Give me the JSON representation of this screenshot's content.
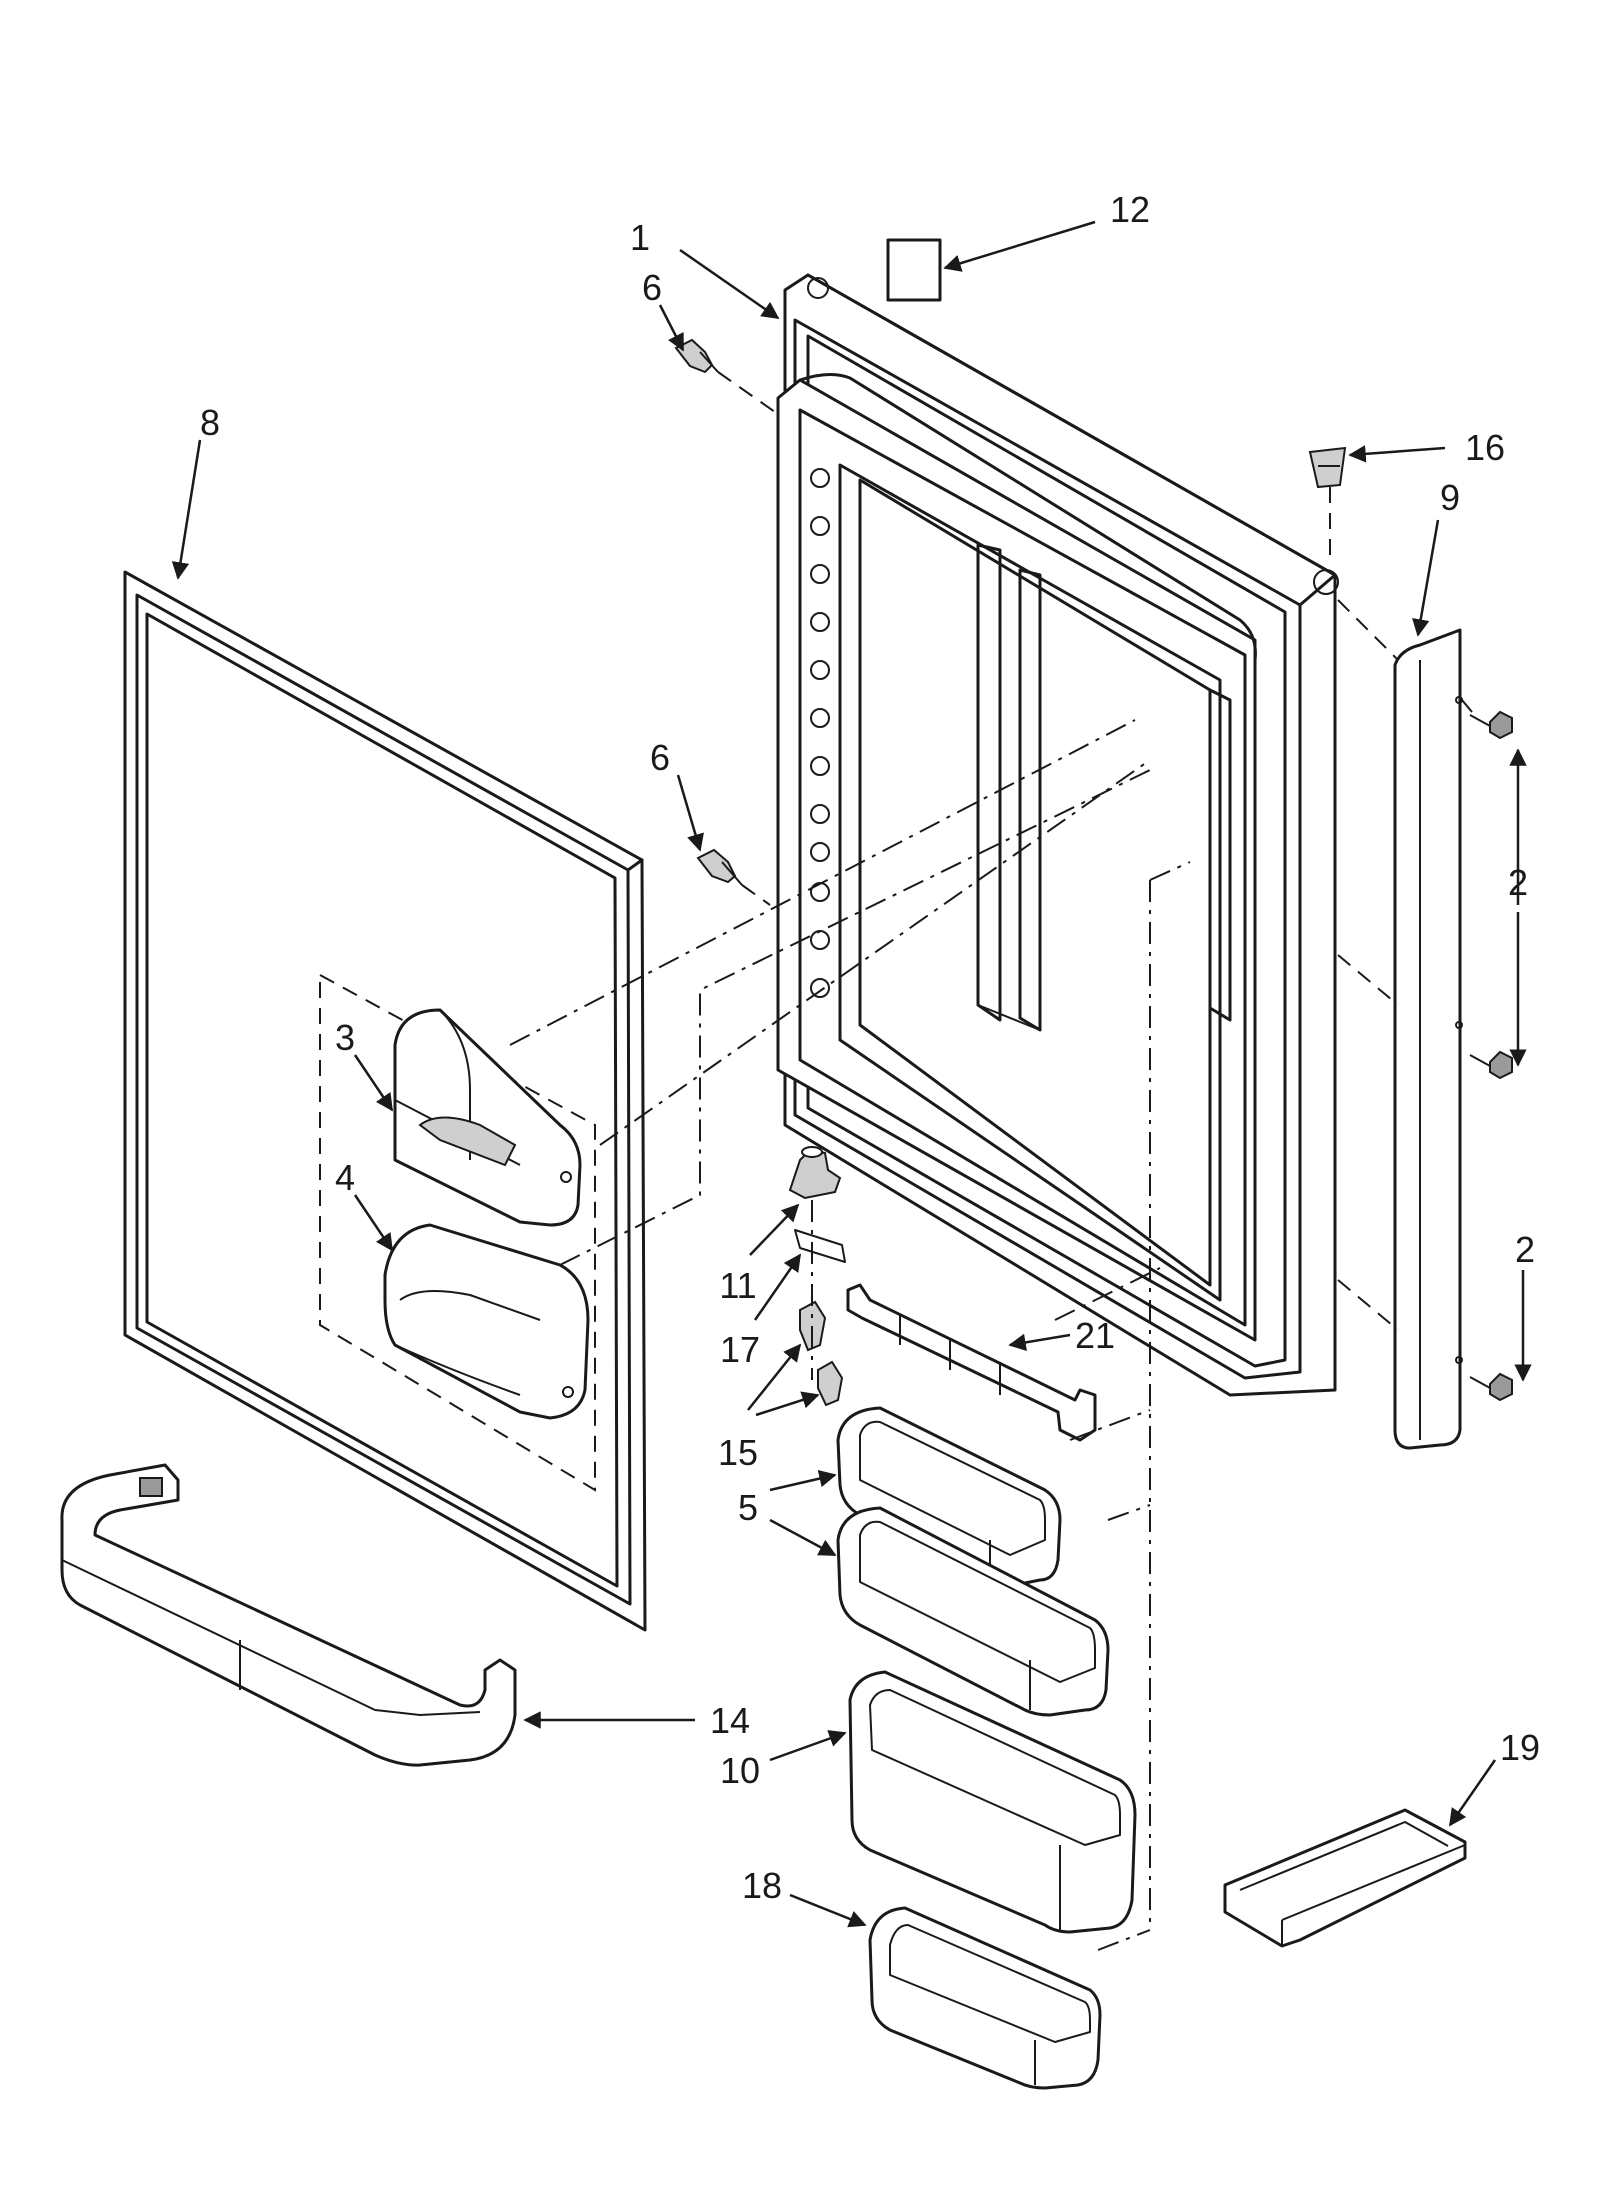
{
  "callouts": {
    "c1": "1",
    "c2a": "2",
    "c2b": "2",
    "c3": "3",
    "c4": "4",
    "c5": "5",
    "c6a": "6",
    "c6b": "6",
    "c8": "8",
    "c9": "9",
    "c10": "10",
    "c11": "11",
    "c12": "12",
    "c14": "14",
    "c15": "15",
    "c16": "16",
    "c17": "17",
    "c18": "18",
    "c19": "19",
    "c21": "21"
  },
  "colors": {
    "line": "#1a1a1a",
    "shade": "#cfcfcf",
    "background": "#ffffff"
  }
}
